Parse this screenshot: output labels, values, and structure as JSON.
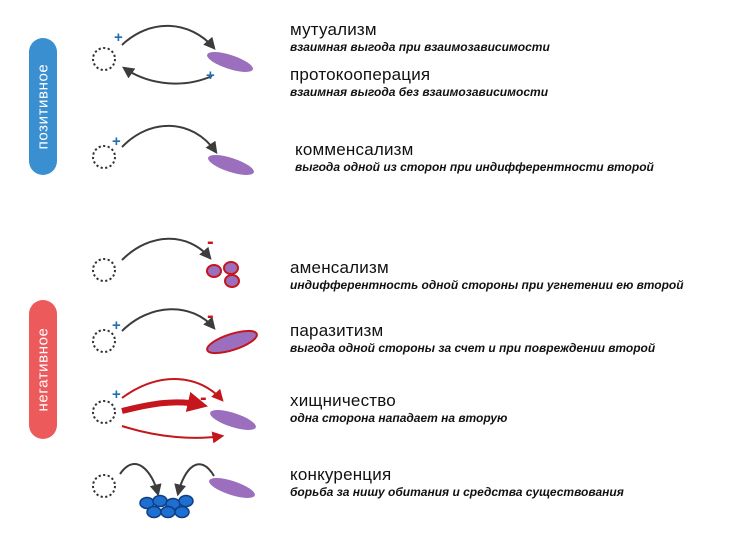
{
  "groups": {
    "positive": "позитивное",
    "negative": "негативное"
  },
  "signs": {
    "plus": "+",
    "minus": "-"
  },
  "relations": [
    {
      "id": "mutualism",
      "name": "мутуализм",
      "desc": "взаимная выгода при взаимозависимости"
    },
    {
      "id": "protocooperation",
      "name": "протокооперация",
      "desc": "взаимная выгода без взаимозависимости"
    },
    {
      "id": "commensalism",
      "name": "комменсализм",
      "desc": "выгода одной из сторон при индифферентности второй"
    },
    {
      "id": "amensalism",
      "name": "аменсализм",
      "desc": "индифферентность одной стороны при угнетении ею второй"
    },
    {
      "id": "parasitism",
      "name": "паразитизм",
      "desc": "выгода одной стороны за счет и при повреждении второй"
    },
    {
      "id": "predation",
      "name": "хищничество",
      "desc": "одна сторона нападает на вторую"
    },
    {
      "id": "competition",
      "name": "конкуренция",
      "desc": "борьба за нишу обитания и средства существования"
    }
  ],
  "colors": {
    "positive_group": "#3a8fd0",
    "negative_group": "#ec5a5c",
    "organism": "#9b6fbe",
    "arrow": "#3c3c3c",
    "harm": "#c4161c",
    "benefit": "#1f6fb2",
    "resource": "#1e6fd0"
  }
}
